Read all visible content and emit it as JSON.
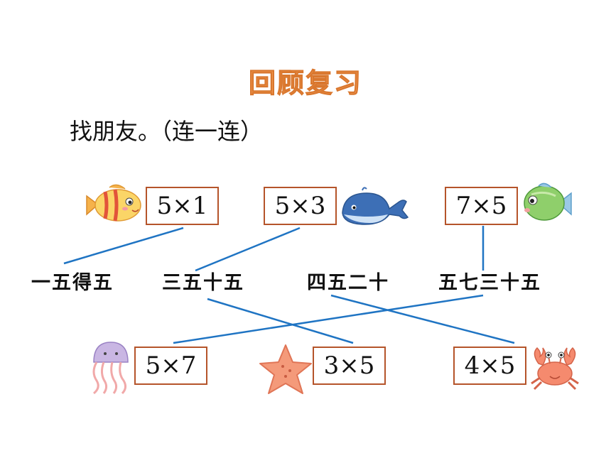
{
  "title": "回顾复习",
  "instruction": "找朋友。（连一连）",
  "top_boxes": [
    "5×1",
    "5×3",
    "7×5"
  ],
  "phrases": [
    "一五得五",
    "三五十五",
    "四五二十",
    "五七三十五"
  ],
  "bottom_boxes": [
    "5×7",
    "3×5",
    "4×5"
  ],
  "animals": [
    "fish-icon",
    "whale-icon",
    "green-fish-icon",
    "jellyfish-icon",
    "starfish-icon",
    "crab-icon"
  ],
  "colors": {
    "title": "#f39a52",
    "box_border": "#b5542a",
    "line": "#1f74c3"
  }
}
